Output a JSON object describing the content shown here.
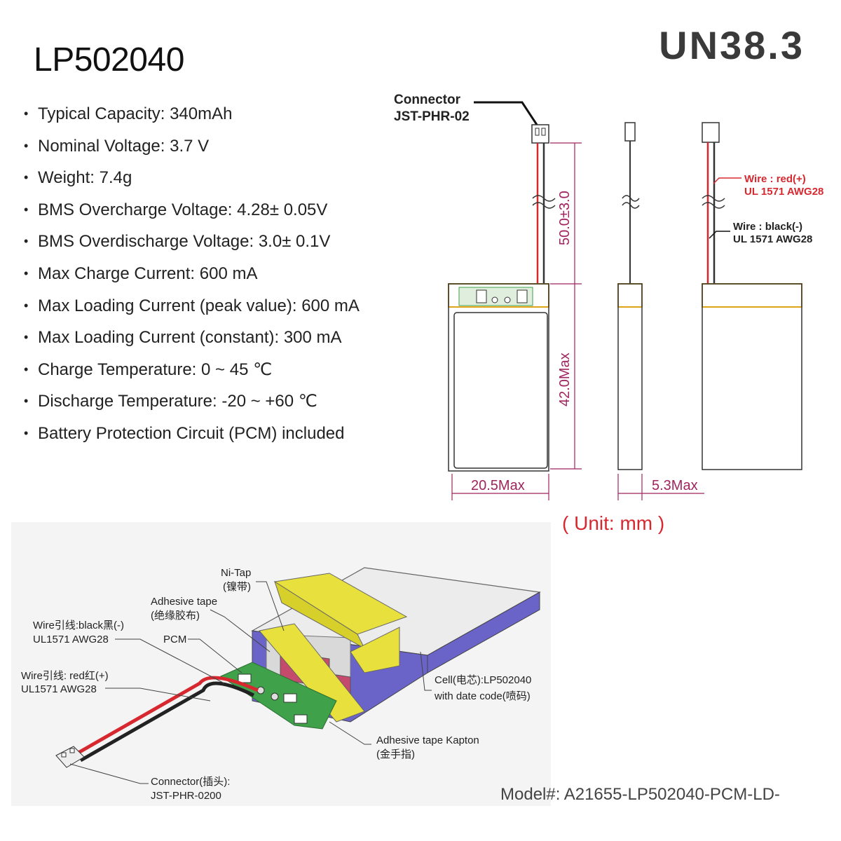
{
  "title": "LP502040",
  "certification": "UN38.3",
  "specs": [
    "Typical Capacity: 340mAh",
    "Nominal Voltage: 3.7 V",
    "Weight: 7.4g",
    "BMS Overcharge Voltage: 4.28± 0.05V",
    "BMS Overdischarge Voltage: 3.0± 0.1V",
    "Max Charge Current: 600 mA",
    "Max Loading Current (peak value): 600 mA",
    "Max Loading Current (constant): 300 mA",
    "Charge Temperature: 0 ~ 45 ℃",
    "Discharge Temperature: -20 ~ +60 ℃",
    "Battery Protection Circuit (PCM) included"
  ],
  "drawing": {
    "connector_label_1": "Connector",
    "connector_label_2": "JST-PHR-02",
    "dim_lead": "50.0±3.0",
    "dim_height": "42.0Max",
    "dim_width": "20.5Max",
    "dim_thickness": "5.3Max",
    "wire_red_1": "Wire : red(+)",
    "wire_red_2": "UL 1571 AWG28",
    "wire_black_1": "Wire : black(-)",
    "wire_black_2": "UL 1571 AWG28",
    "unit": "( Unit: mm )"
  },
  "exploded": {
    "ni_tap_1": "Ni-Tap",
    "ni_tap_2": "(镍带)",
    "adhesive_1": "Adhesive tape",
    "adhesive_2": "(绝缘胶布)",
    "wire_black_1": "Wire引线:black黑(-)",
    "wire_black_2": "UL1571 AWG28",
    "pcm": "PCM",
    "wire_red_1": "Wire引线: red红(+)",
    "wire_red_2": "UL1571 AWG28",
    "cell_1": "Cell(电芯):LP502040",
    "cell_2": "with date code(喷码)",
    "kapton_1": "Adhesive tape Kapton",
    "kapton_2": "(金手指)",
    "connector_1": "Connector(插头):",
    "connector_2": "JST-PHR-0200"
  },
  "model": "Model#: A21655-LP502040-PCM-LD-",
  "colors": {
    "dimension": "#a0245e",
    "red_wire": "#d7282f",
    "pcm_green": "#3fa14a",
    "tape_yellow": "#e8e03c",
    "cell_purple": "#6a63c8"
  }
}
